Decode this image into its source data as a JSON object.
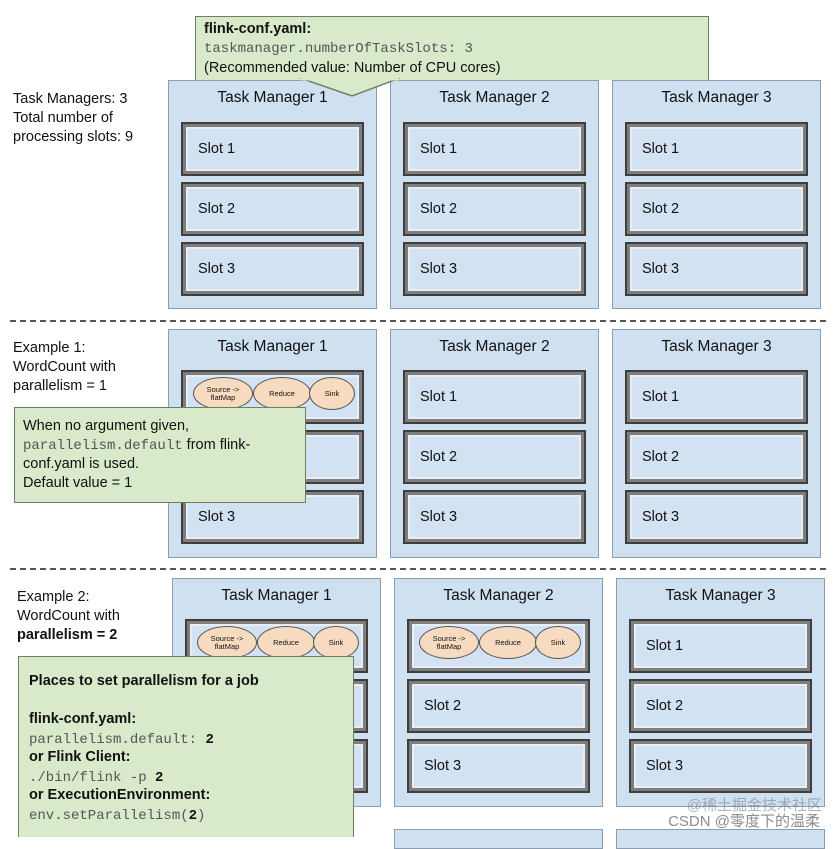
{
  "top_note": {
    "title": "flink-conf.yaml:",
    "code": "taskmanager.numberOfTaskSlots: 3",
    "recommend": "(Recommended value: Number of CPU cores)"
  },
  "setup_label": {
    "line1": "Task Managers: 3",
    "line2": "Total number of",
    "line3": "processing slots: 9"
  },
  "example1_label": {
    "line1": "Example 1:",
    "line2": "WordCount with",
    "line3": "parallelism = 1"
  },
  "example2_label": {
    "line1": "Example 2:",
    "line2": "WordCount with",
    "line3": "parallelism = 2"
  },
  "tm_titles": [
    "Task Manager 1",
    "Task Manager 2",
    "Task Manager 3"
  ],
  "slots": [
    "Slot 1",
    "Slot 2",
    "Slot 3"
  ],
  "operators": {
    "source": "Source -> flatMap",
    "reduce": "Reduce",
    "sink": "Sink"
  },
  "note1": {
    "line1": "When no argument given,",
    "code": "parallelism.default",
    "line2_rest": " from flink-",
    "line3": "conf.yaml is used.",
    "line4": "Default value = 1"
  },
  "note2": {
    "title": "Places to set parallelism for a job",
    "conf_label": "flink-conf.yaml:",
    "conf_code": "parallelism.default: ",
    "conf_value": "2",
    "client_label": "or Flink Client:",
    "client_code": "./bin/flink -p ",
    "client_value": "2",
    "env_label": "or ExecutionEnvironment:",
    "env_code_pre": "env.setParallelism(",
    "env_value": "2",
    "env_code_post": ")"
  },
  "watermark": "CSDN @零度下的温柔",
  "watermark2": "@稀土掘金技术社区"
}
